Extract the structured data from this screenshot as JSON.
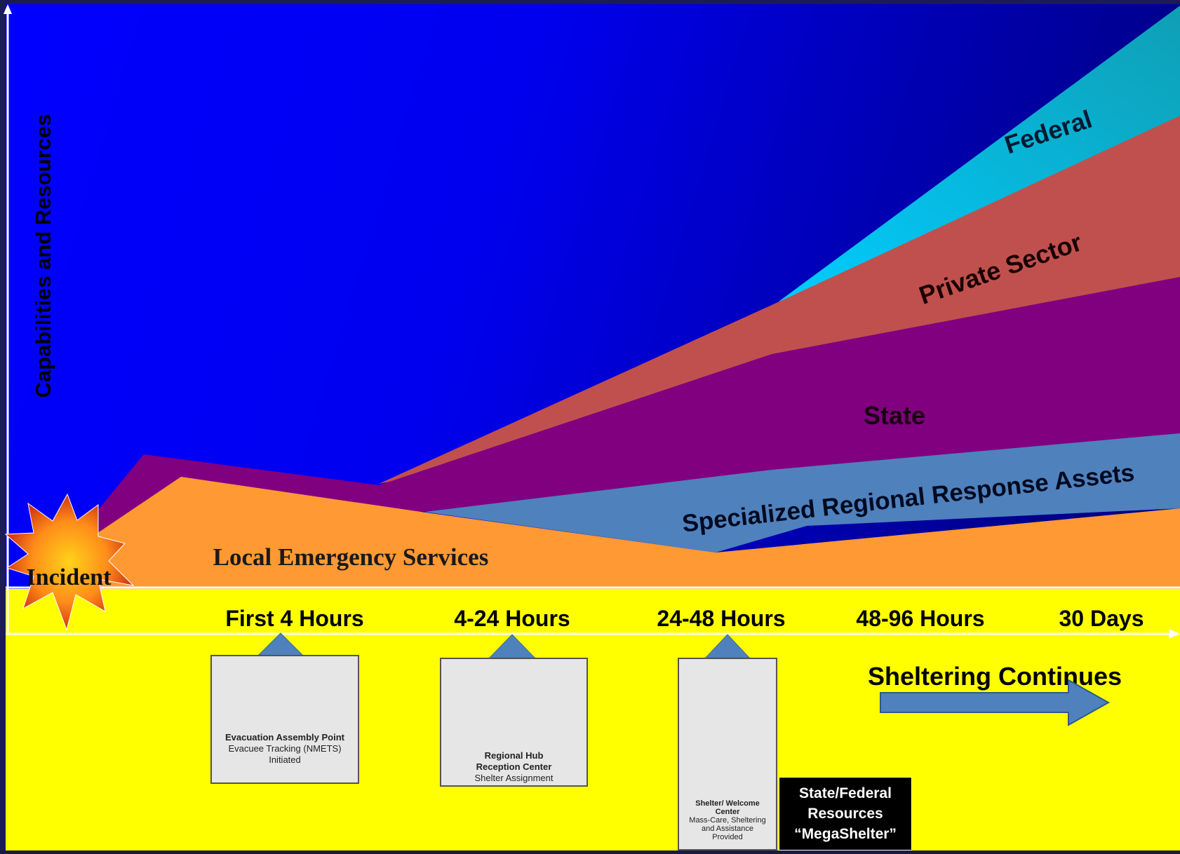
{
  "diagram": {
    "y_axis_label": "Capabilities and Resources",
    "incident_label": "Incident",
    "layers": [
      {
        "label": "Federal",
        "color": "#00b4d8"
      },
      {
        "label": "Private Sector",
        "color": "#c0504d"
      },
      {
        "label": "State",
        "color": "#800080"
      },
      {
        "label": "Specialized Regional Response Assets",
        "color": "#4f81bd"
      },
      {
        "label": "Local Emergency Services",
        "color": "#ff9933"
      }
    ],
    "background_color": "#0000ff",
    "timeline": {
      "band_color": "#ffff00",
      "phases": [
        "First 4 Hours",
        "4-24 Hours",
        "24-48 Hours",
        "48-96 Hours",
        "30 Days"
      ]
    },
    "stages": [
      {
        "title": "Evacuation Assembly Point",
        "detail": "Evacuee Tracking (NMETS) Initiated"
      },
      {
        "title": "Regional Hub Reception Center",
        "detail": "Shelter Assignment"
      },
      {
        "title": "Shelter/ Welcome Center",
        "detail": "Mass-Care, Sheltering and Assistance Provided"
      }
    ],
    "sheltering_label": "Sheltering Continues",
    "megashelter": {
      "line1": "State/Federal",
      "line2": "Resources",
      "line3": "“MegaShelter”"
    }
  }
}
